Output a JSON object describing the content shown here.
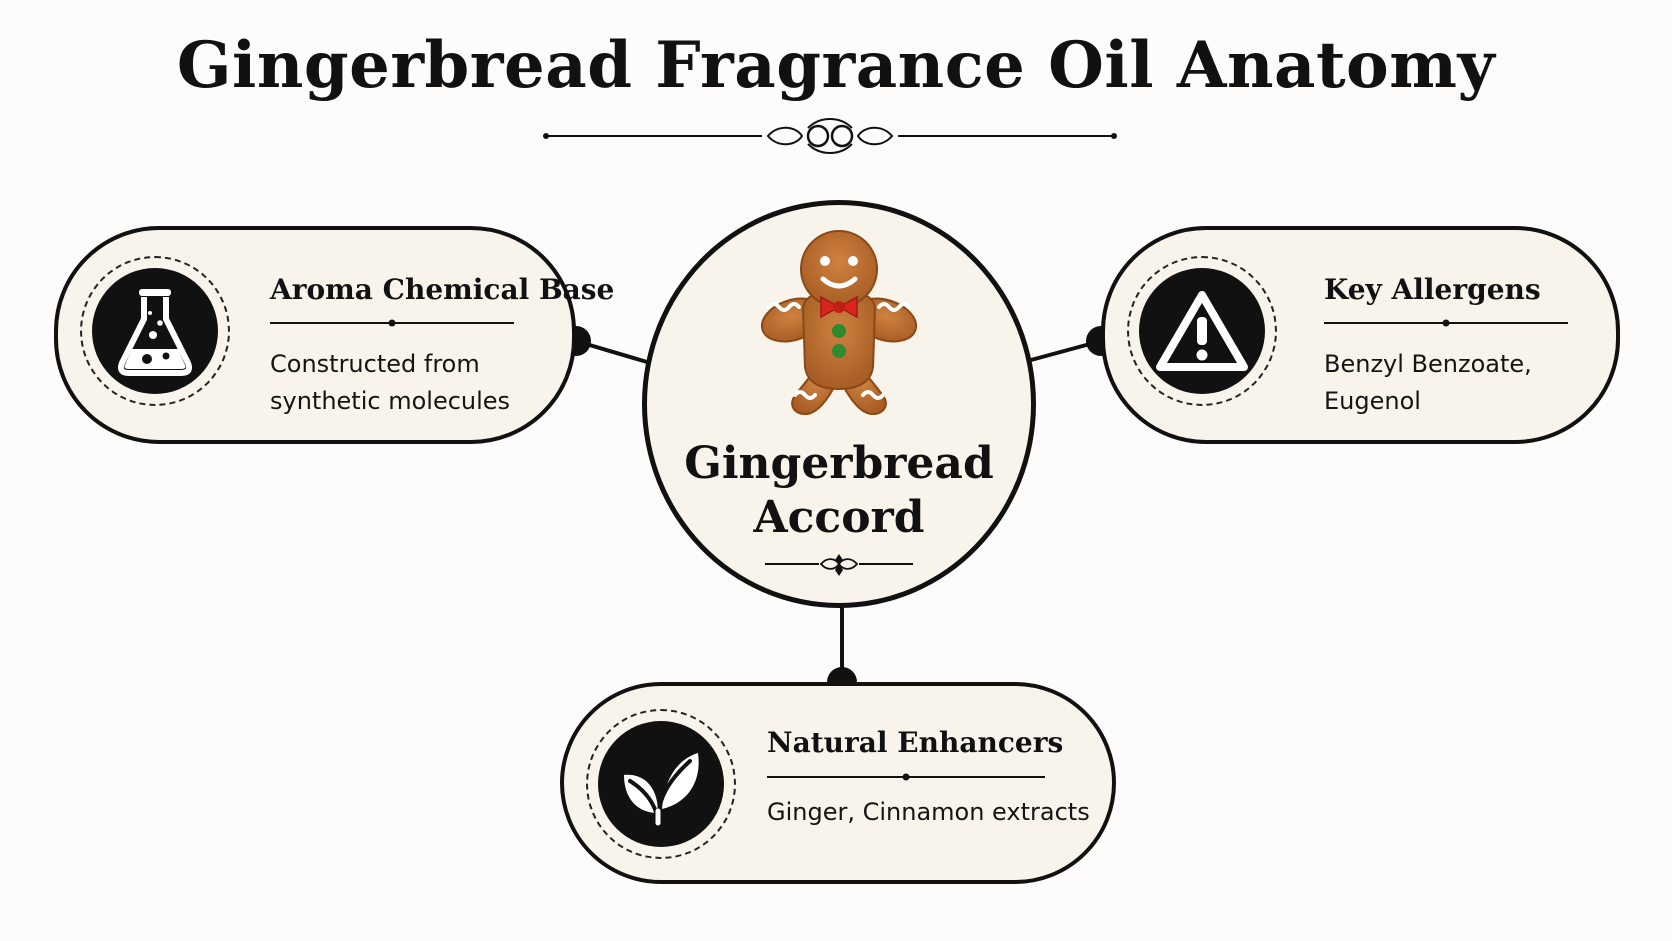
{
  "title": "Gingerbread Fragrance Oil Anatomy",
  "center": {
    "line1": "Gingerbread",
    "line2": "Accord",
    "icon": "gingerbread-man-icon"
  },
  "cards": {
    "left": {
      "title": "Aroma Chemical Base",
      "line1": "Constructed from",
      "line2": "synthetic molecules",
      "icon": "flask-icon"
    },
    "right": {
      "title": "Key Allergens",
      "line1": "Benzyl Benzoate,",
      "line2": "Eugenol",
      "icon": "warning-icon"
    },
    "bottom": {
      "title": "Natural Enhancers",
      "line1": "Ginger, Cinnamon extracts",
      "icon": "leaf-icon"
    }
  },
  "colors": {
    "ink": "#111111",
    "card_fill": "#f8f4ec",
    "background": "#fdfcfa",
    "cookie": "#b8692c",
    "icing": "#ffffff",
    "bow": "#d8261c",
    "buttons": "#2e8b2e"
  }
}
